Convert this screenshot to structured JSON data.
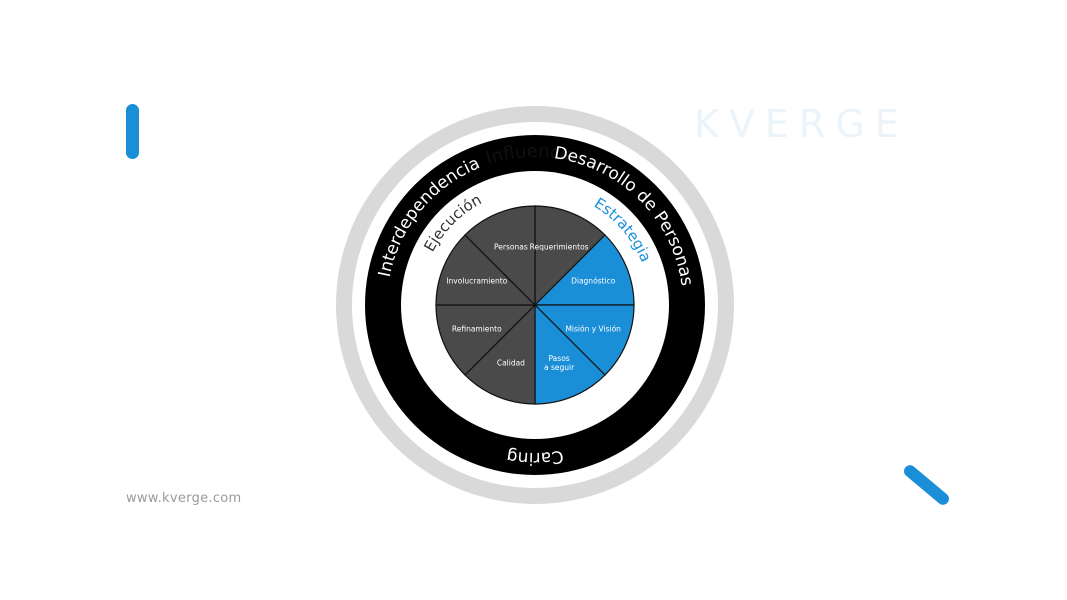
{
  "brand": {
    "logo_text": "KVERGE",
    "website": "www.kverge.com",
    "accent_color": "#1a8fd8"
  },
  "outer_ring": {
    "label": "Influenciar",
    "color": "#d9d9d9"
  },
  "middle_ring": {
    "labels": {
      "left": "Interdependencia",
      "right": "Desarrollo de Personas",
      "bottom": "Caring"
    },
    "color": "#000000"
  },
  "inner_ring": {
    "left_label": "Ejecución",
    "right_label": "Estrategia",
    "right_label_color": "#1a8fd8"
  },
  "wheel": {
    "segments": [
      {
        "label": "Requerimientos",
        "color": "#4a4a4a"
      },
      {
        "label": "Diagnóstico",
        "color": "#1a8fd8"
      },
      {
        "label": "Misión y Visión",
        "color": "#1a8fd8"
      },
      {
        "label": "Pasos a seguir",
        "lines": [
          "Pasos",
          "a seguir"
        ],
        "color": "#1a8fd8"
      },
      {
        "label": "Calidad",
        "color": "#4a4a4a"
      },
      {
        "label": "Refinamiento",
        "color": "#4a4a4a"
      },
      {
        "label": "Involucramiento",
        "color": "#4a4a4a"
      },
      {
        "label": "Personas",
        "color": "#4a4a4a"
      }
    ]
  }
}
